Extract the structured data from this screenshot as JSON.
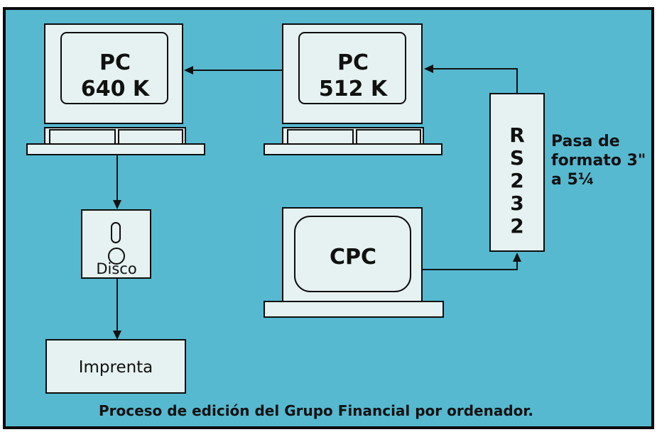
{
  "diagram": {
    "pc640": {
      "line1": "PC",
      "line2": "640 K"
    },
    "pc512": {
      "line1": "PC",
      "line2": "512 K"
    },
    "rs232": {
      "chars": [
        "R",
        "S",
        "2",
        "3",
        "2"
      ]
    },
    "note": {
      "line1": "Pasa de",
      "line2": "formato 3\"",
      "line3": "a 5¼"
    },
    "cpc": {
      "label": "CPC"
    },
    "disk": {
      "label": "Disco"
    },
    "printer": {
      "label": "Imprenta"
    },
    "caption": "Proceso de edición del Grupo Financial por ordenador."
  },
  "colors": {
    "background": "#56b9d0",
    "box_fill": "#e6f2f1",
    "stroke": "#0d0d0d"
  }
}
